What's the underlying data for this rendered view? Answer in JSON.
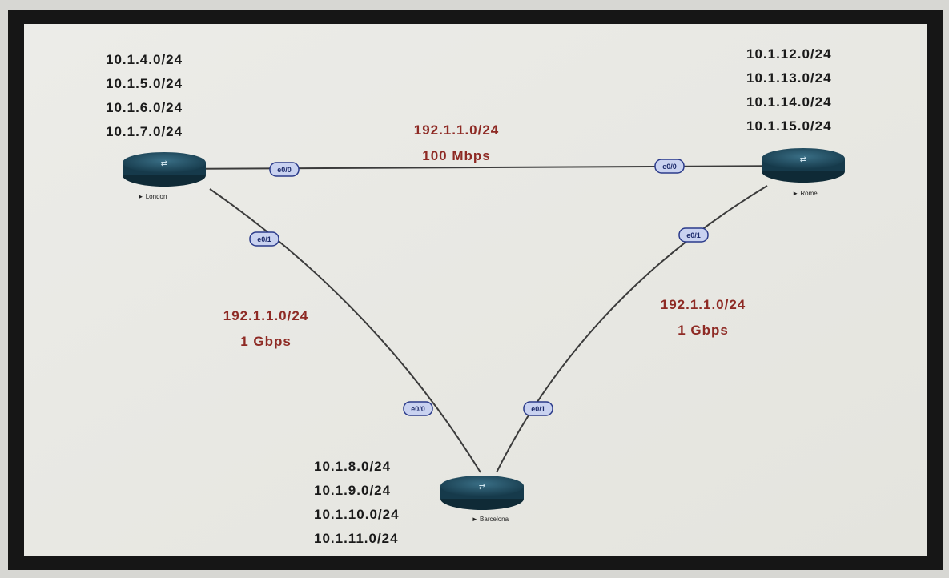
{
  "routers": {
    "london": {
      "name": "London",
      "subnets": [
        "10.1.4.0/24",
        "10.1.5.0/24",
        "10.1.6.0/24",
        "10.1.7.0/24"
      ]
    },
    "rome": {
      "name": "Rome",
      "subnets": [
        "10.1.12.0/24",
        "10.1.13.0/24",
        "10.1.14.0/24",
        "10.1.15.0/24"
      ]
    },
    "barcelona": {
      "name": "Barcelona",
      "subnets": [
        "10.1.8.0/24",
        "10.1.9.0/24",
        "10.1.10.0/24",
        "10.1.11.0/24"
      ]
    }
  },
  "links": {
    "london_rome": {
      "network": "192.1.1.0/24",
      "speed": "100 Mbps",
      "port_a": "e0/0",
      "port_b": "e0/0"
    },
    "london_barcelona": {
      "network": "192.1.1.0/24",
      "speed": "1 Gbps",
      "port_a": "e0/1",
      "port_b": "e0/0"
    },
    "rome_barcelona": {
      "network": "192.1.1.0/24",
      "speed": "1 Gbps",
      "port_a": "e0/1",
      "port_b": "e0/1"
    }
  },
  "colors": {
    "frame": "#161616",
    "router": "#1d4a5e",
    "link_label": "#8e2a24",
    "port_fill": "#c9d2f0",
    "port_stroke": "#2a3a8a"
  }
}
